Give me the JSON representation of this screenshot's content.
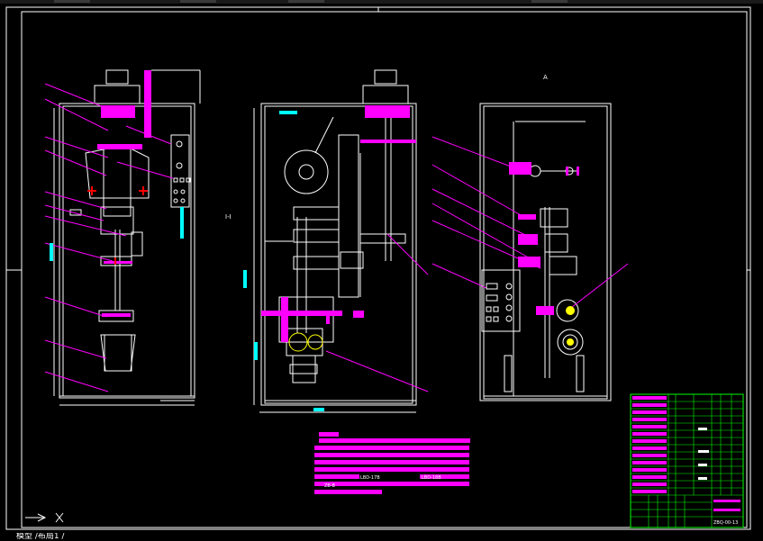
{
  "tabs": {
    "text": "模型 /布局1 /"
  },
  "labels": {
    "drawing_no": "ZBQ-00-13",
    "part_ref_a": "LBD-17B",
    "part_ref_b": "LBD-18B",
    "part_ref_c": "ZB-B",
    "view_mark": "A",
    "section_mark": "I-I"
  },
  "colors": {
    "background": "#000000",
    "frame": "#ffffff",
    "leader": "#ff00ff",
    "table": "#00ff00",
    "accent": "#ff0000",
    "dim": "#00ffff",
    "yellow": "#ffff00"
  }
}
